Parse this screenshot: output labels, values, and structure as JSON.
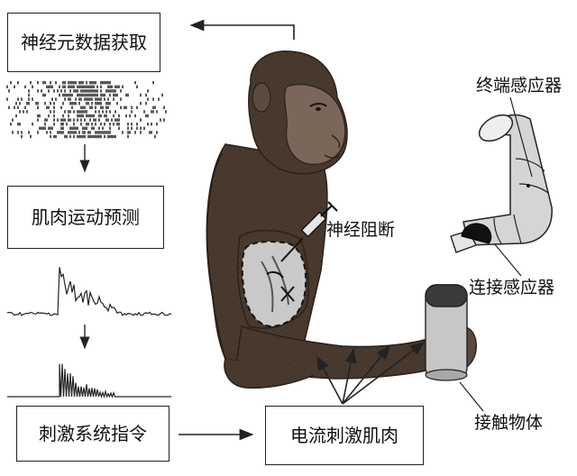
{
  "boxes": {
    "neural_data": "神经元数据获取",
    "muscle_prediction": "肌肉运动预测",
    "stim_command": "刺激系统指令",
    "electric_stim": "电流刺激肌肉"
  },
  "labels": {
    "end_sensor": "终端感应器",
    "nerve_block": "神经阻断",
    "connect_sensor": "连接感应器",
    "contact_object": "接触物体"
  },
  "colors": {
    "fur": "#4a3b30",
    "fur_dark": "#2a211b",
    "face": "#7a675a",
    "line": "#222222",
    "sensor": "#cfcfcf",
    "sensor_black": "#111111"
  }
}
